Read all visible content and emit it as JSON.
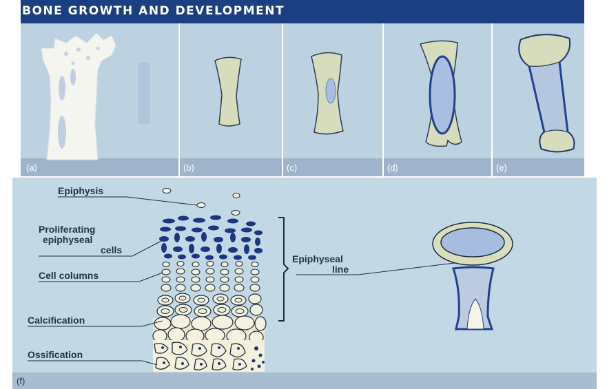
{
  "title": "BONE GROWTH AND DEVELOPMENT",
  "panels": [
    "(a)",
    "(b)",
    "(c)",
    "(d)",
    "(e)"
  ],
  "bottom_panel_label": "(f)",
  "labels": {
    "epiphysis": "Epiphysis",
    "proliferating_1": "Proliferating",
    "proliferating_2": "epiphyseal",
    "proliferating_3": "cells",
    "cell_columns": "Cell columns",
    "calcification": "Calcification",
    "ossification": "Ossification",
    "epiphyseal_line_1": "Epiphyseal",
    "epiphyseal_line_2": "line"
  },
  "colors": {
    "title_bar": "#1c3f82",
    "panel_bg": "#bcd2e0",
    "label_strip": "#9fb3c9",
    "bone": "#d9dfbf",
    "marrow": "#a7bde0",
    "cortex": "#1e3a8f",
    "text": "#1f3346"
  }
}
